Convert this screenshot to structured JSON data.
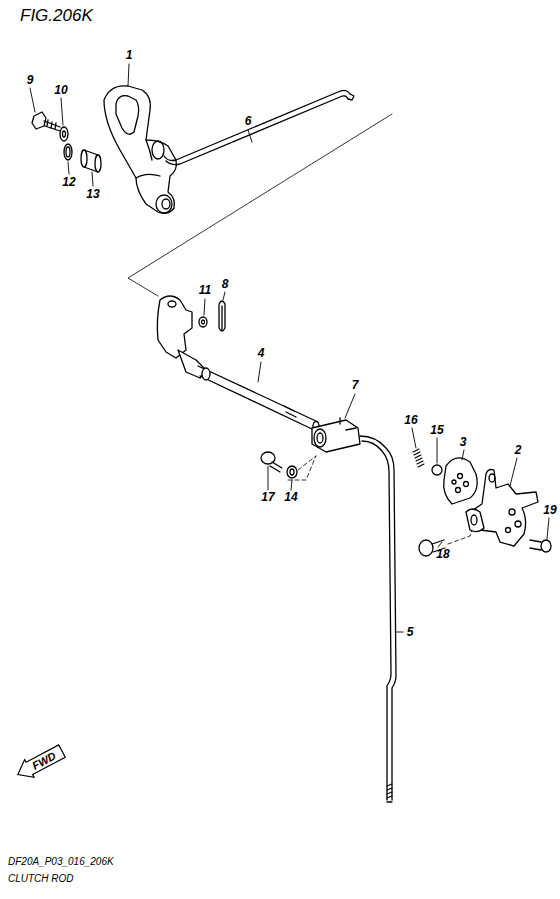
{
  "diagram": {
    "title": "FIG.206K",
    "nodes": [
      {
        "text": [
          "FWD"
        ]
      }
    ],
    "labels": [
      "9",
      "10",
      "1",
      "6",
      "12",
      "13",
      "11",
      "8",
      "4",
      "7",
      "16",
      "15",
      "3",
      "2",
      "17",
      "14",
      "19",
      "18",
      "5",
      "DF20A_P03_016_206K",
      "CLUTCH ROD"
    ]
  }
}
